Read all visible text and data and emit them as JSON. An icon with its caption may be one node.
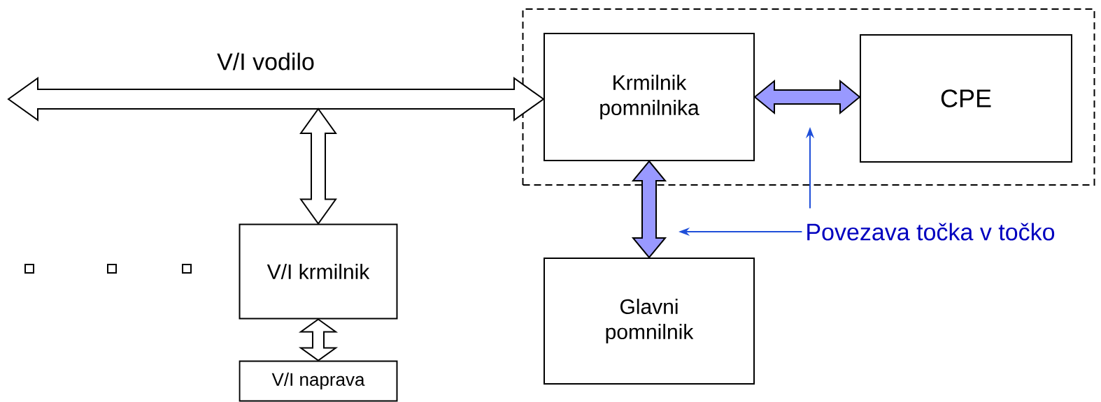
{
  "diagram": {
    "nodes": [
      {
        "text": [],
        "shape": "box"
      },
      {
        "text": [
          "Krmilnik pomnilnika"
        ],
        "in": 0
      },
      {
        "text": [
          "CPE"
        ],
        "in": 0
      },
      {
        "text": [
          "V/I krmilnik"
        ]
      },
      {
        "text": [
          "V/I naprava"
        ]
      },
      {
        "text": [
          "Glavni pomnilnik"
        ]
      },
      {
        "text": [],
        "shape": "box"
      },
      {
        "text": [],
        "shape": "box"
      },
      {
        "text": [],
        "shape": "box"
      },
      {
        "text": [
          "Povezava točka v točko"
        ]
      }
    ],
    "edges": [
      {
        "from": null,
        "to": 1,
        "arrow": "both",
        "label": "V/I vodilo"
      },
      {
        "from": null,
        "to": 3,
        "arrow": "both"
      },
      {
        "from": 3,
        "to": 4,
        "arrow": "both"
      },
      {
        "from": 1,
        "to": 2,
        "arrow": "both",
        "color": "#9999ff"
      },
      {
        "from": 1,
        "to": 5,
        "arrow": "both",
        "color": "#9999ff"
      },
      {
        "from": 9,
        "to": null,
        "arrow": "to",
        "color": "#1f4fd9"
      },
      {
        "from": 9,
        "to": null,
        "arrow": "to",
        "color": "#1f4fd9"
      }
    ]
  }
}
